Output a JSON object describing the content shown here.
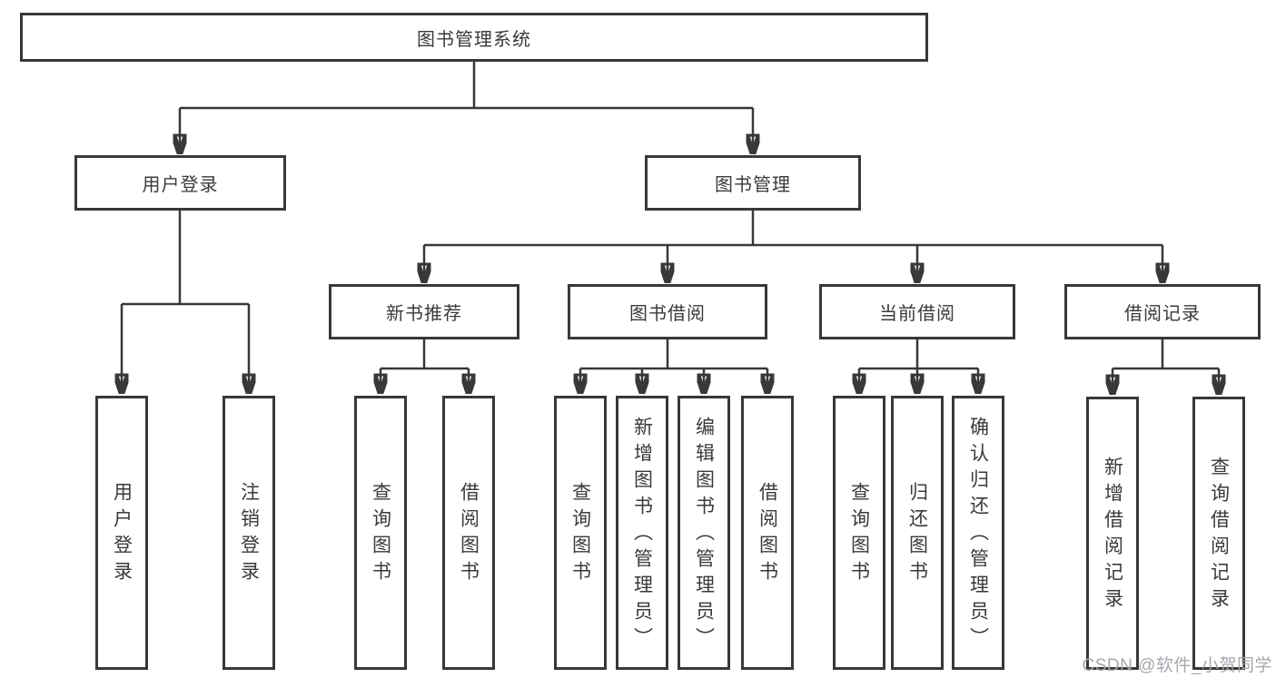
{
  "colors": {
    "line": "#383838",
    "text": "#3a3a3a",
    "watermark": "#a4a8ad",
    "background": "#ffffff"
  },
  "watermark": {
    "text": "CSDN @软件_小贺同学"
  },
  "diagram": {
    "type": "hierarchy-tree",
    "root": {
      "label": "图书管理系统"
    },
    "level2": [
      {
        "label": "用户登录"
      },
      {
        "label": "图书管理"
      }
    ],
    "level3": [
      {
        "label": "新书推荐"
      },
      {
        "label": "图书借阅"
      },
      {
        "label": "当前借阅"
      },
      {
        "label": "借阅记录"
      }
    ],
    "leaves": {
      "user_login": [
        "用户登录",
        "注销登录"
      ],
      "new_book_recommend": [
        "查询图书",
        "借阅图书"
      ],
      "book_borrow": [
        "查询图书",
        "新增图书（管理员）",
        "编辑图书（管理员）",
        "借阅图书"
      ],
      "current_borrow": [
        "查询图书",
        "归还图书",
        "确认归还（管理员）"
      ],
      "borrow_records": [
        "新增借阅记录",
        "查询借阅记录"
      ]
    }
  }
}
